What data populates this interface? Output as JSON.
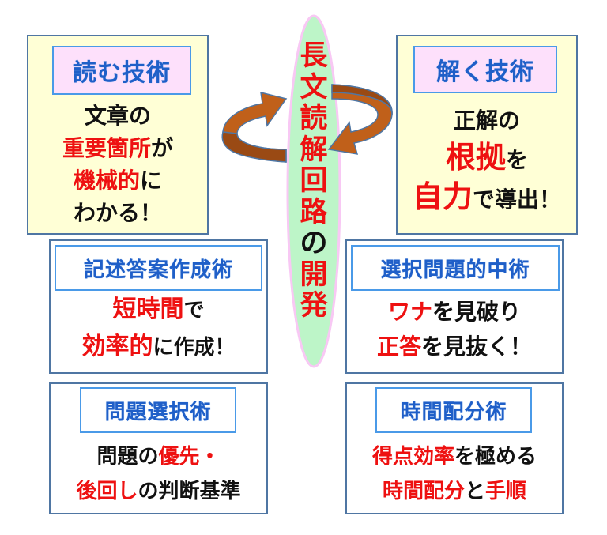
{
  "colors": {
    "box_border": "#4f76a3",
    "title_border": "#4a9ae8",
    "title_text": "#1f5fc8",
    "yellow_bg": "#ffffd6",
    "pink_bg": "#fde0fb",
    "ellipse_fill": "#bdf5c8",
    "ellipse_border": "#f8c8f4",
    "accent_red": "#ee1111",
    "arrow_fill": "#c0601a",
    "arrow_dark": "#9a4a14"
  },
  "center": {
    "title_chars": [
      {
        "char": "長",
        "color": "red"
      },
      {
        "char": "文",
        "color": "red"
      },
      {
        "char": "読",
        "color": "red"
      },
      {
        "char": "解",
        "color": "red"
      },
      {
        "char": "回",
        "color": "red"
      },
      {
        "char": "路",
        "color": "red"
      },
      {
        "char": "の",
        "color": "black"
      },
      {
        "char": "開",
        "color": "red"
      },
      {
        "char": "発",
        "color": "red"
      }
    ],
    "title": "長文読解回路の開発",
    "icon": "cycle-arrows-icon"
  },
  "boxes": {
    "reading": {
      "title": "読む技術",
      "lines": [
        [
          {
            "t": "文章の",
            "c": "black"
          }
        ],
        [
          {
            "t": "重要箇所",
            "c": "red"
          },
          {
            "t": "が",
            "c": "black"
          }
        ],
        [
          {
            "t": "機械的",
            "c": "red"
          },
          {
            "t": "に",
            "c": "black"
          }
        ],
        [
          {
            "t": "わかる！",
            "c": "black"
          }
        ]
      ]
    },
    "solving": {
      "title": "解く技術",
      "lines": [
        [
          {
            "t": "正解の",
            "c": "black"
          }
        ],
        [
          {
            "t": "根拠",
            "c": "red"
          },
          {
            "t": "を",
            "c": "black"
          }
        ],
        [
          {
            "t": "自力",
            "c": "red"
          },
          {
            "t": "で導出！",
            "c": "black"
          }
        ]
      ]
    },
    "descriptive": {
      "title": "記述答案作成術",
      "lines": [
        [
          {
            "t": "短時間",
            "c": "red"
          },
          {
            "t": "で",
            "c": "black"
          }
        ],
        [
          {
            "t": "効率的",
            "c": "red"
          },
          {
            "t": "に作成！",
            "c": "black"
          }
        ]
      ]
    },
    "multiple_choice": {
      "title": "選択問題的中術",
      "lines": [
        [
          {
            "t": "ワナ",
            "c": "red"
          },
          {
            "t": "を見破り",
            "c": "black"
          }
        ],
        [
          {
            "t": "正答",
            "c": "red"
          },
          {
            "t": "を見抜く！",
            "c": "black"
          }
        ]
      ]
    },
    "question_selection": {
      "title": "問題選択術",
      "lines": [
        [
          {
            "t": "問題の",
            "c": "black"
          },
          {
            "t": "優先・",
            "c": "red"
          }
        ],
        [
          {
            "t": "後回し",
            "c": "red"
          },
          {
            "t": "の判断基準",
            "c": "black"
          }
        ]
      ]
    },
    "time_allocation": {
      "title": "時間配分術",
      "lines": [
        [
          {
            "t": "得点効率",
            "c": "red"
          },
          {
            "t": "を極める",
            "c": "black"
          }
        ],
        [
          {
            "t": "時間配分",
            "c": "red"
          },
          {
            "t": "と",
            "c": "black"
          },
          {
            "t": "手順",
            "c": "red"
          }
        ]
      ]
    }
  }
}
